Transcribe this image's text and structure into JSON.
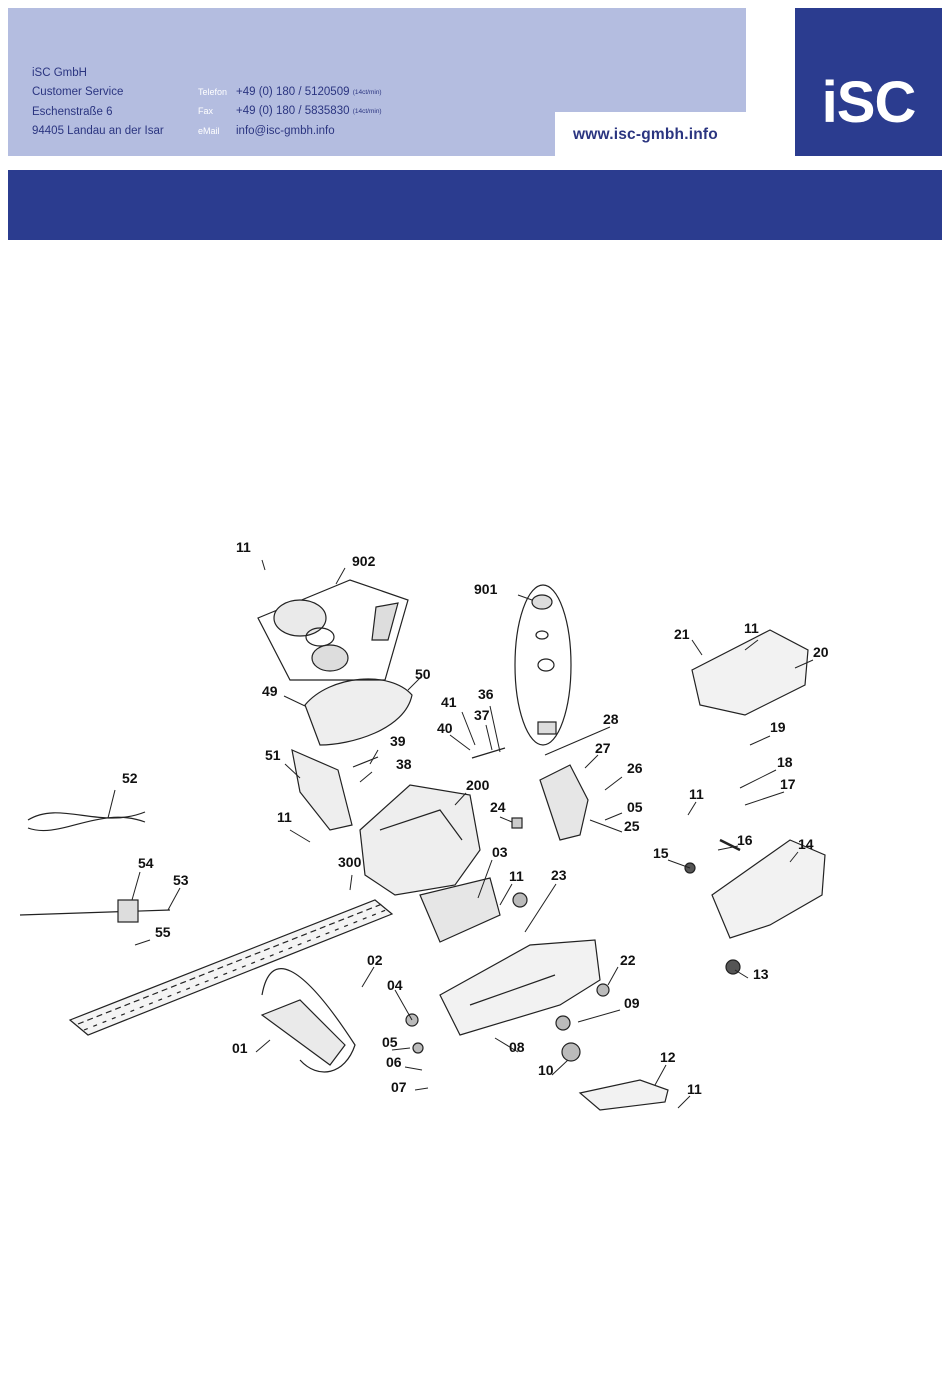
{
  "header": {
    "company": "iSC GmbH",
    "department": "Customer Service",
    "street": "Eschenstraße 6",
    "city": "94405 Landau an der Isar",
    "phone_label": "Telefon",
    "phone": "+49 (0) 180 / 5120509",
    "phone_rate": "(14ct/min)",
    "fax_label": "Fax",
    "fax": "+49 (0) 180 / 5835830",
    "fax_rate": "(14ct/min)",
    "email_label": "eMail",
    "email": "info@isc-gmbh.info",
    "website": "www.isc-gmbh.info",
    "logo": "iSC"
  },
  "colors": {
    "header_light": "#b4bde0",
    "brand_blue": "#2b3c8f",
    "text_blue": "#2b3580"
  },
  "diagram": {
    "callouts": [
      "11",
      "902",
      "901",
      "21",
      "11",
      "20",
      "50",
      "49",
      "41",
      "36",
      "37",
      "40",
      "28",
      "19",
      "39",
      "38",
      "27",
      "26",
      "18",
      "51",
      "17",
      "52",
      "200",
      "24",
      "05",
      "25",
      "11",
      "11",
      "16",
      "14",
      "15",
      "03",
      "300",
      "11",
      "23",
      "54",
      "53",
      "55",
      "13",
      "02",
      "22",
      "04",
      "09",
      "05",
      "08",
      "01",
      "10",
      "12",
      "06",
      "07",
      "11"
    ]
  }
}
